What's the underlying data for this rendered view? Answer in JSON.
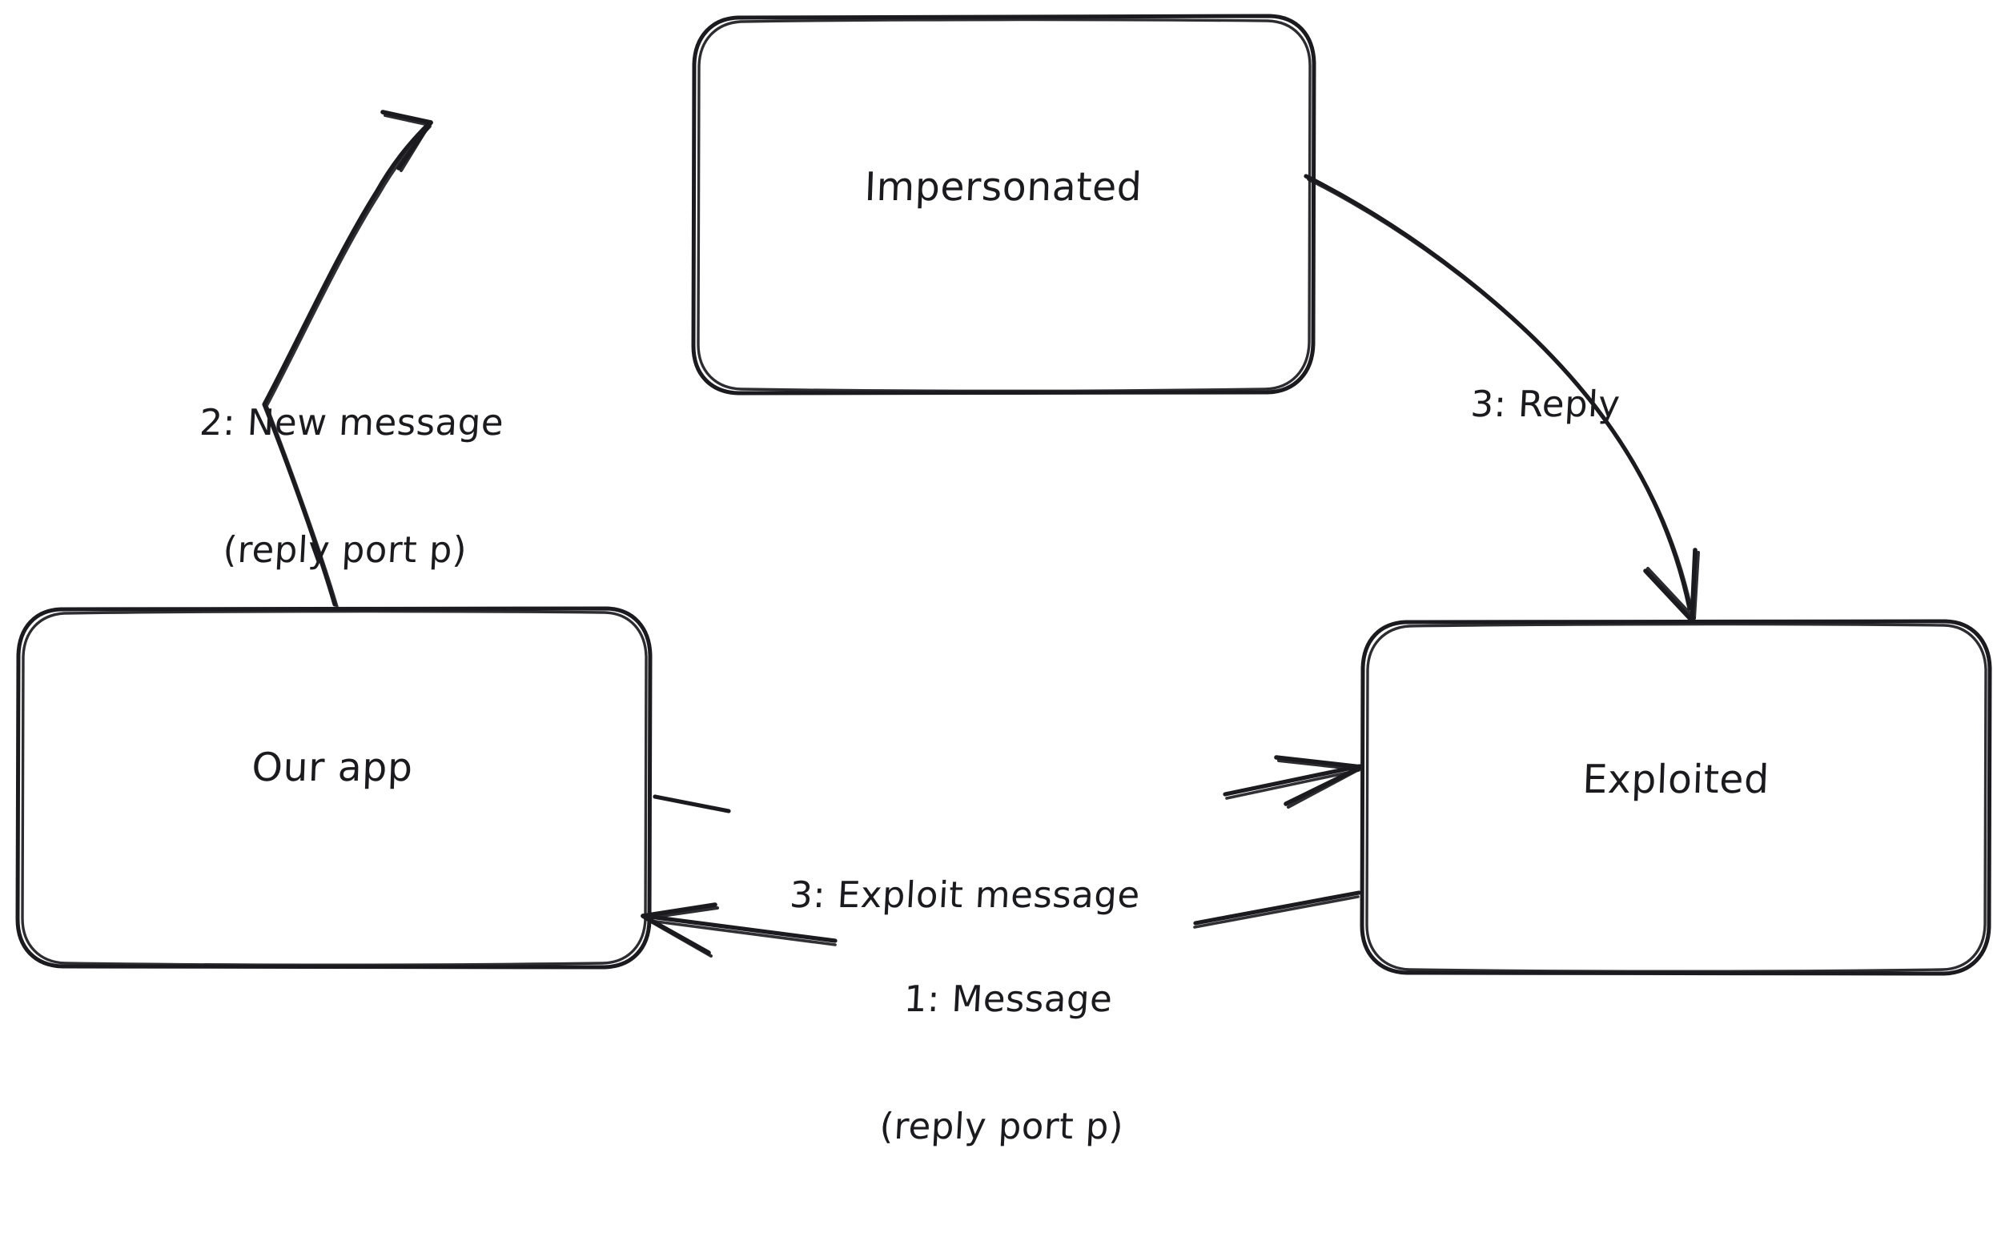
{
  "diagram": {
    "title": "Impersonation exploit message flow",
    "style": "hand-drawn sketch",
    "background_color": "#ffffff",
    "stroke_color": "#1b1b1f",
    "nodes": [
      {
        "id": "impersonated",
        "label": "Impersonated"
      },
      {
        "id": "our-app",
        "label": "Our app"
      },
      {
        "id": "exploited",
        "label": "Exploited"
      }
    ],
    "edges": [
      {
        "id": "edge-new-message",
        "from": "our-app",
        "to": "impersonated",
        "label_line1": "2: New message",
        "label_line2": "(reply port p)"
      },
      {
        "id": "edge-reply",
        "from": "impersonated",
        "to": "exploited",
        "label_line1": "3: Reply",
        "label_line2": ""
      },
      {
        "id": "edge-exploit-message",
        "from": "our-app",
        "to": "exploited",
        "label_line1": "3: Exploit message",
        "label_line2": ""
      },
      {
        "id": "edge-message",
        "from": "exploited",
        "to": "our-app",
        "label_line1": "1: Message",
        "label_line2": "(reply port p)"
      }
    ]
  }
}
